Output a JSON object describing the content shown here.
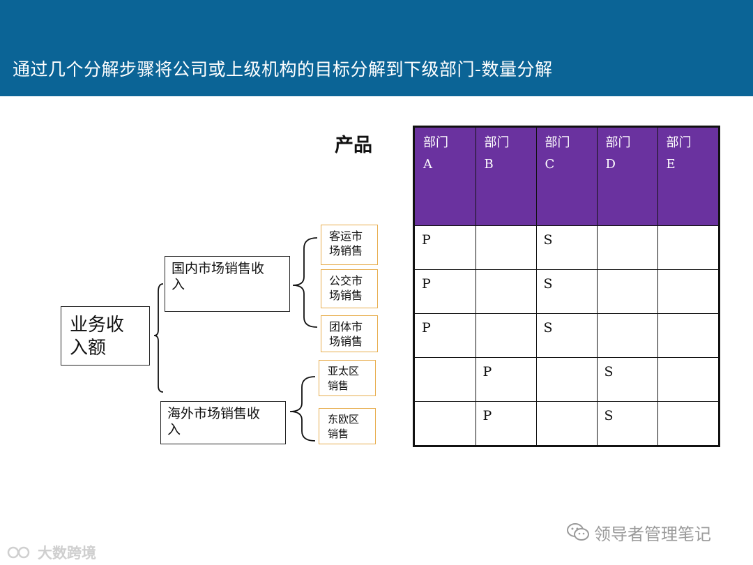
{
  "header": {
    "title": "通过几个分解步骤将公司或上级机构的目标分解到下级部门-数量分解",
    "background_color": "#0b6496"
  },
  "tree": {
    "root": [
      "业务收",
      "入额"
    ],
    "domestic": [
      "国内市场销售收",
      "入"
    ],
    "overseas": [
      "海外市场销售收",
      "入"
    ],
    "leaves": [
      [
        "客运市",
        "场销售"
      ],
      [
        "公交市",
        "场销售"
      ],
      [
        "团体市",
        "场销售"
      ],
      [
        "亚太区",
        "销售"
      ],
      [
        "东欧区",
        "销售"
      ]
    ],
    "leaf_border_color": "#e7ad4c"
  },
  "matrix": {
    "label": "产品",
    "header_color": "#6a329f",
    "columns": [
      [
        "部门",
        "A"
      ],
      [
        "部门",
        "B"
      ],
      [
        "部门",
        "C"
      ],
      [
        "部门",
        "D"
      ],
      [
        "部门",
        "E"
      ]
    ],
    "rows": [
      [
        "P",
        "",
        "S",
        "",
        ""
      ],
      [
        "P",
        "",
        "S",
        "",
        ""
      ],
      [
        "P",
        "",
        "S",
        "",
        ""
      ],
      [
        "",
        "P",
        "",
        "S",
        ""
      ],
      [
        "",
        "P",
        "",
        "S",
        ""
      ]
    ]
  },
  "watermarks": {
    "right": "领导者管理笔记",
    "left": "大数跨境",
    "right_icon": "wechat-icon",
    "left_icon": "logo-icon"
  }
}
